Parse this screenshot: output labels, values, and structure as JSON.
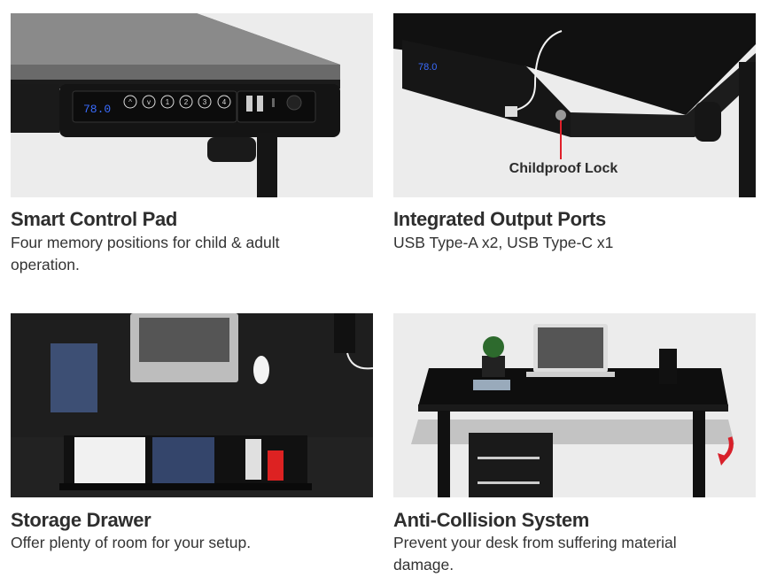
{
  "features": [
    {
      "title": "Smart Control Pad",
      "description": "Four memory positions for child & adult operation.",
      "display": "78.0",
      "buttons": [
        "1",
        "2",
        "3",
        "4"
      ]
    },
    {
      "title": "Integrated Output Ports",
      "description": "USB Type-A x2, USB Type-C x1",
      "display": "78.0",
      "callout": "Childproof Lock"
    },
    {
      "title": "Storage Drawer",
      "description": "Offer plenty of room for your setup."
    },
    {
      "title": "Anti-Collision System",
      "description": "Prevent your desk from suffering material damage."
    }
  ],
  "colors": {
    "display": "#3a6cff",
    "callout_line": "#e0202a",
    "collision_arrow": "#d8202a"
  }
}
